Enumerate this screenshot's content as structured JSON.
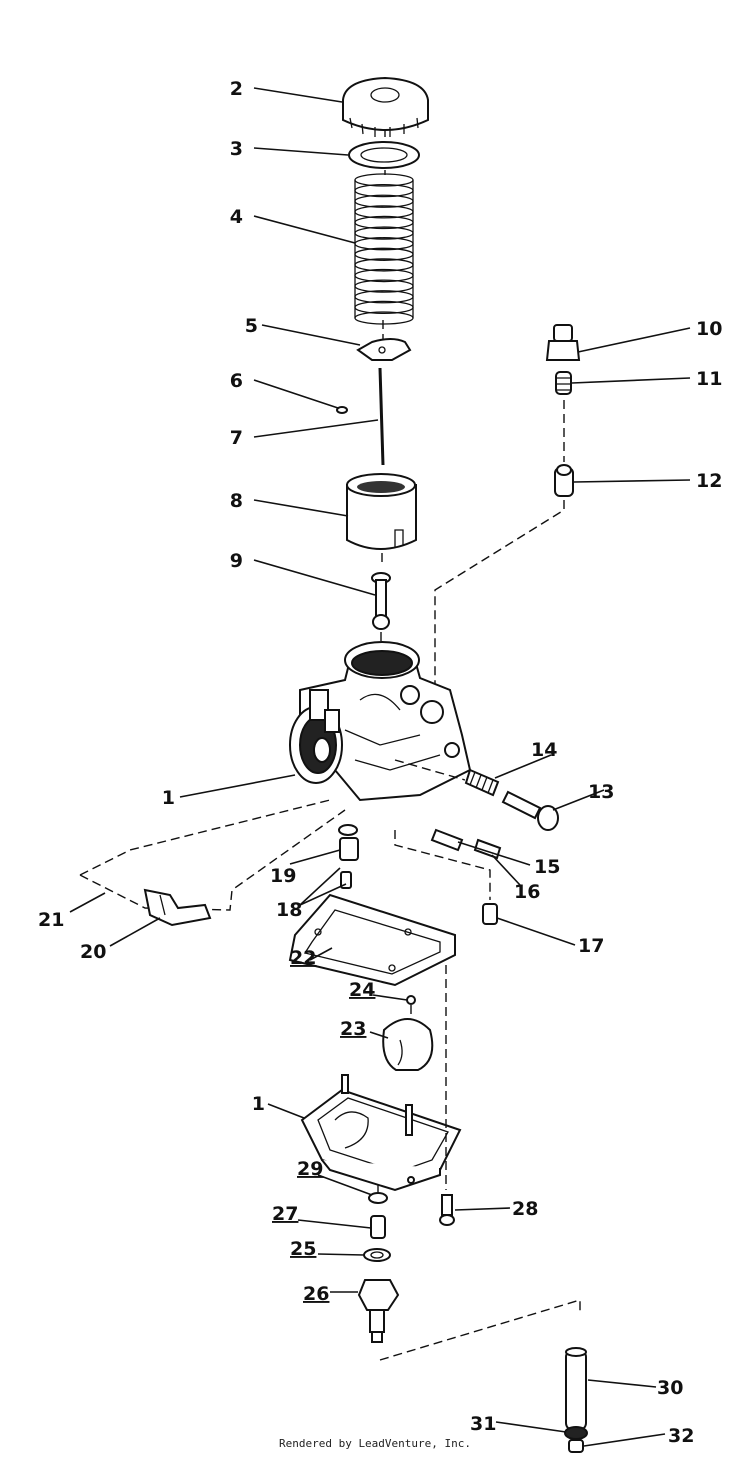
{
  "callouts": [
    {
      "key": "c2",
      "text": "2"
    },
    {
      "key": "c3",
      "text": "3"
    },
    {
      "key": "c4",
      "text": "4"
    },
    {
      "key": "c5",
      "text": "5"
    },
    {
      "key": "c6",
      "text": "6"
    },
    {
      "key": "c7",
      "text": "7"
    },
    {
      "key": "c8",
      "text": "8"
    },
    {
      "key": "c9",
      "text": "9"
    },
    {
      "key": "c10",
      "text": "10"
    },
    {
      "key": "c11",
      "text": "11"
    },
    {
      "key": "c12",
      "text": "12"
    },
    {
      "key": "c1a",
      "text": "1"
    },
    {
      "key": "c14",
      "text": "14"
    },
    {
      "key": "c13",
      "text": "13"
    },
    {
      "key": "c15",
      "text": "15"
    },
    {
      "key": "c16",
      "text": "16"
    },
    {
      "key": "c19",
      "text": "19"
    },
    {
      "key": "c18",
      "text": "18"
    },
    {
      "key": "c17",
      "text": "17"
    },
    {
      "key": "c21",
      "text": "21"
    },
    {
      "key": "c20",
      "text": "20"
    },
    {
      "key": "c22",
      "text": "22"
    },
    {
      "key": "c24",
      "text": "24"
    },
    {
      "key": "c23",
      "text": "23"
    },
    {
      "key": "c1b",
      "text": "1"
    },
    {
      "key": "c29",
      "text": "29"
    },
    {
      "key": "c28",
      "text": "28"
    },
    {
      "key": "c27",
      "text": "27"
    },
    {
      "key": "c25",
      "text": "25"
    },
    {
      "key": "c26",
      "text": "26"
    },
    {
      "key": "c30",
      "text": "30"
    },
    {
      "key": "c31",
      "text": "31"
    },
    {
      "key": "c32",
      "text": "32"
    }
  ],
  "footer": "Rendered by LeadVenture, Inc."
}
